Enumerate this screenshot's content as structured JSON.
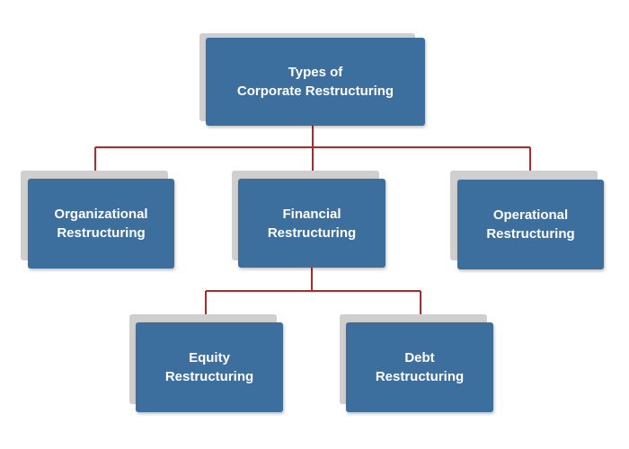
{
  "colors": {
    "box_fill": "#3d6f9e",
    "box_shadow": "#cfcfcf",
    "connector": "#b5262b",
    "text": "#ffffff",
    "background": "#ffffff"
  },
  "diagram": {
    "root": {
      "line1": "Types of",
      "line2": "Corporate Restructuring"
    },
    "organizational": {
      "line1": "Organizational",
      "line2": "Restructuring"
    },
    "financial": {
      "line1": "Financial",
      "line2": "Restructuring"
    },
    "operational": {
      "line1": "Operational",
      "line2": "Restructuring"
    },
    "equity": {
      "line1": "Equity",
      "line2": "Restructuring"
    },
    "debt": {
      "line1": "Debt",
      "line2": "Restructuring"
    }
  }
}
